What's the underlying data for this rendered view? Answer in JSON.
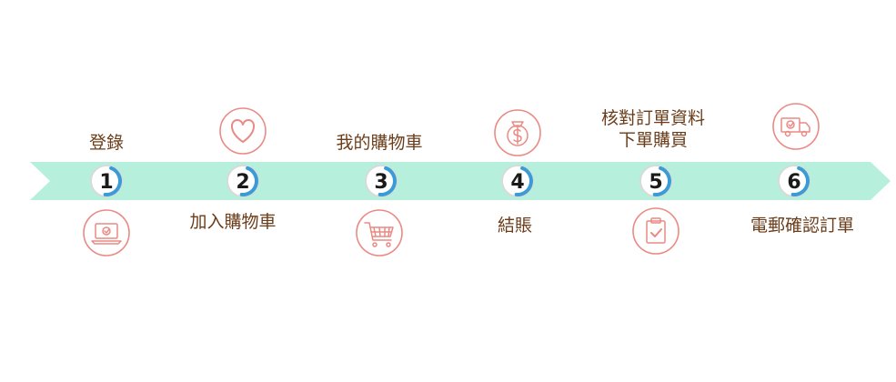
{
  "steps": [
    {
      "number": "1",
      "label_lines": [
        "登錄"
      ],
      "icon": "laptop-icon",
      "icon_position": "below"
    },
    {
      "number": "2",
      "label_lines": [
        "加入購物車"
      ],
      "icon": "heart-icon",
      "icon_position": "above"
    },
    {
      "number": "3",
      "label_lines": [
        "我的購物車"
      ],
      "icon": "shopping-cart-icon",
      "icon_position": "below"
    },
    {
      "number": "4",
      "label_lines": [
        "結賬"
      ],
      "icon": "money-bag-icon",
      "icon_position": "above"
    },
    {
      "number": "5",
      "label_lines": [
        "核對訂單資料",
        "下單購買"
      ],
      "icon": "clipboard-check-icon",
      "icon_position": "below"
    },
    {
      "number": "6",
      "label_lines": [
        "電郵確認訂單"
      ],
      "icon": "delivery-truck-icon",
      "icon_position": "above"
    }
  ],
  "colors": {
    "arrow_fill": "#b6f0dc",
    "icon_stroke": "#ea8a84",
    "label_text": "#6b3d1a",
    "badge_ring": "#3b9bd6"
  }
}
